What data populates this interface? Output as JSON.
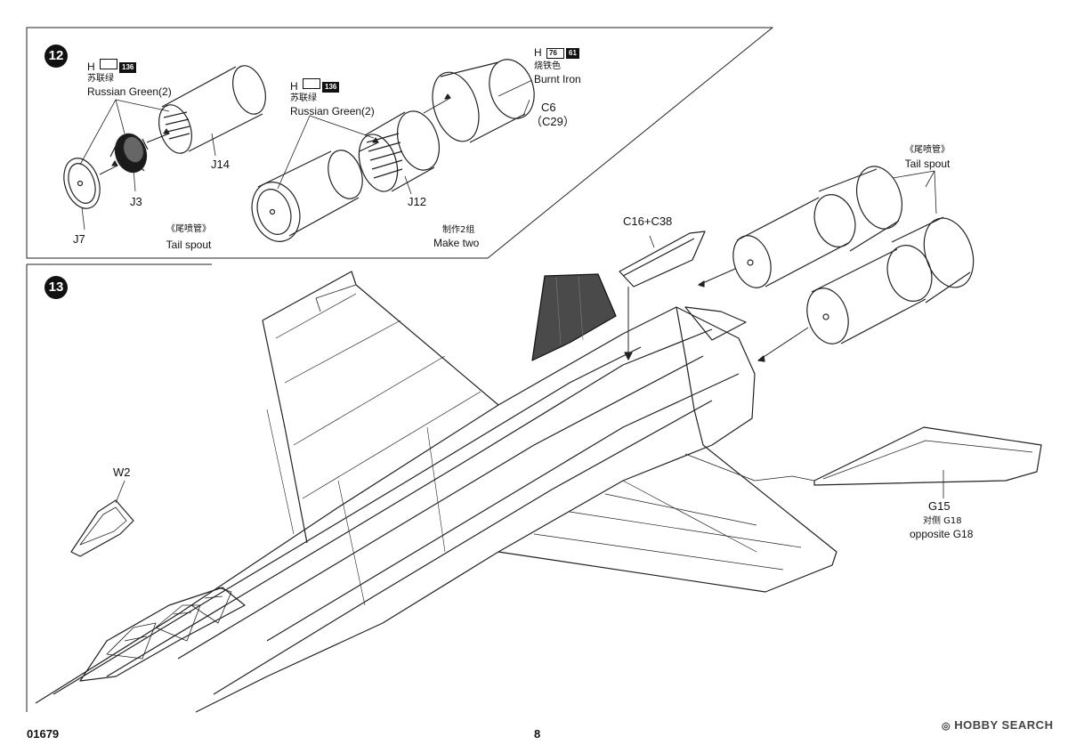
{
  "page": {
    "catalog_number": "01679",
    "page_number": "8",
    "watermark": "HOBBY SEARCH"
  },
  "step12": {
    "number": "12",
    "paint_left": {
      "letter": "H",
      "code_white": "",
      "code_black": "136",
      "name_cn": "苏联绿",
      "name_en": "Russian Green(2)"
    },
    "paint_middle": {
      "letter": "H",
      "code_white": "",
      "code_black": "136",
      "name_cn": "苏联绿",
      "name_en": "Russian Green(2)"
    },
    "paint_right": {
      "letter": "H",
      "code_white": "76",
      "code_black": "61",
      "name_cn": "烧铁色",
      "name_en": "Burnt Iron"
    },
    "parts": {
      "j14": "J14",
      "j3": "J3",
      "j7": "J7",
      "j12": "J12",
      "c6": "C6",
      "c29": "（C29）"
    },
    "tail_spout_cn": "《尾喷管》",
    "tail_spout_en": "Tail spout",
    "make_two_cn": "制作2组",
    "make_two_en": "Make two"
  },
  "step13": {
    "number": "13",
    "tail_spout_cn": "《尾喷管》",
    "tail_spout_en": "Tail spout",
    "parts": {
      "c16_c38": "C16+C38",
      "w2": "W2",
      "g15": "G15",
      "opposite_cn": "对侧 G18",
      "opposite_en": "opposite G18"
    }
  }
}
